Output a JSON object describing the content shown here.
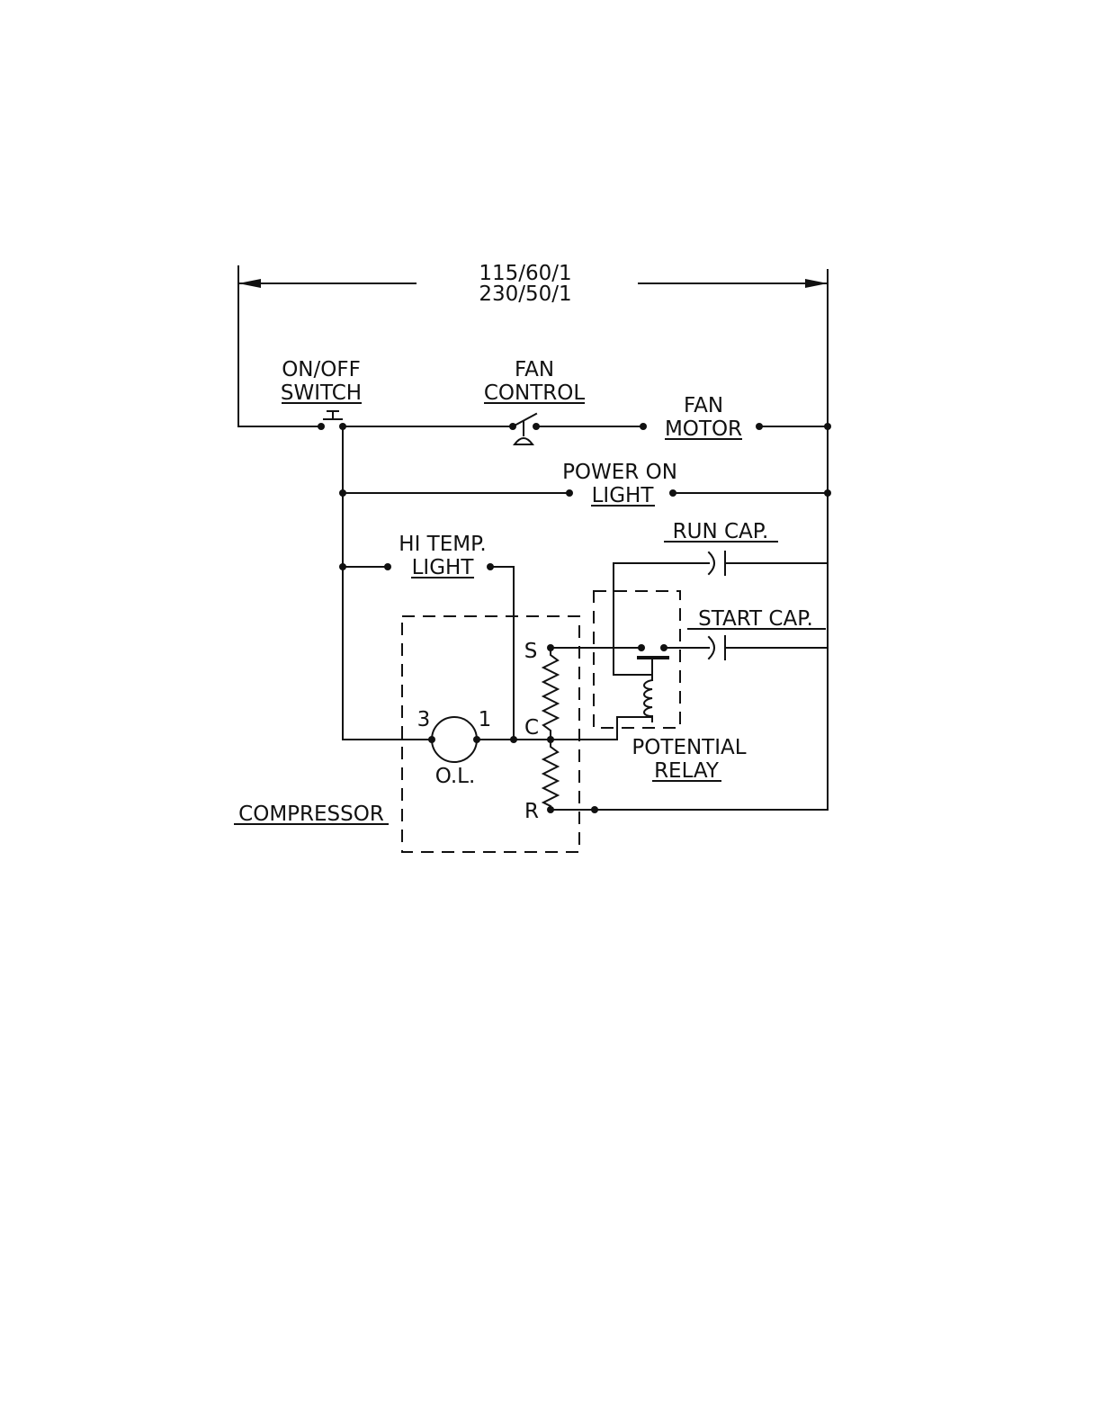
{
  "supply": {
    "line1": "115/60/1",
    "line2": "230/50/1"
  },
  "labels": {
    "switch_line1": "ON/OFF",
    "switch_line2": "SWITCH",
    "fan_control_line1": "FAN",
    "fan_control_line2": "CONTROL",
    "fan_motor_line1": "FAN",
    "fan_motor_line2": "MOTOR",
    "power_on_line1": "POWER ON",
    "power_on_line2": "LIGHT",
    "hi_temp_line1": "HI TEMP.",
    "hi_temp_line2": "LIGHT",
    "run_cap": "RUN CAP.",
    "start_cap": "START CAP.",
    "terminal_s": "S",
    "terminal_c": "C",
    "terminal_r": "R",
    "ol_terminal_3": "3",
    "ol_terminal_1": "1",
    "overload": "O.L.",
    "relay_line1": "POTENTIAL",
    "relay_line2": "RELAY",
    "compressor": "COMPRESSOR"
  }
}
